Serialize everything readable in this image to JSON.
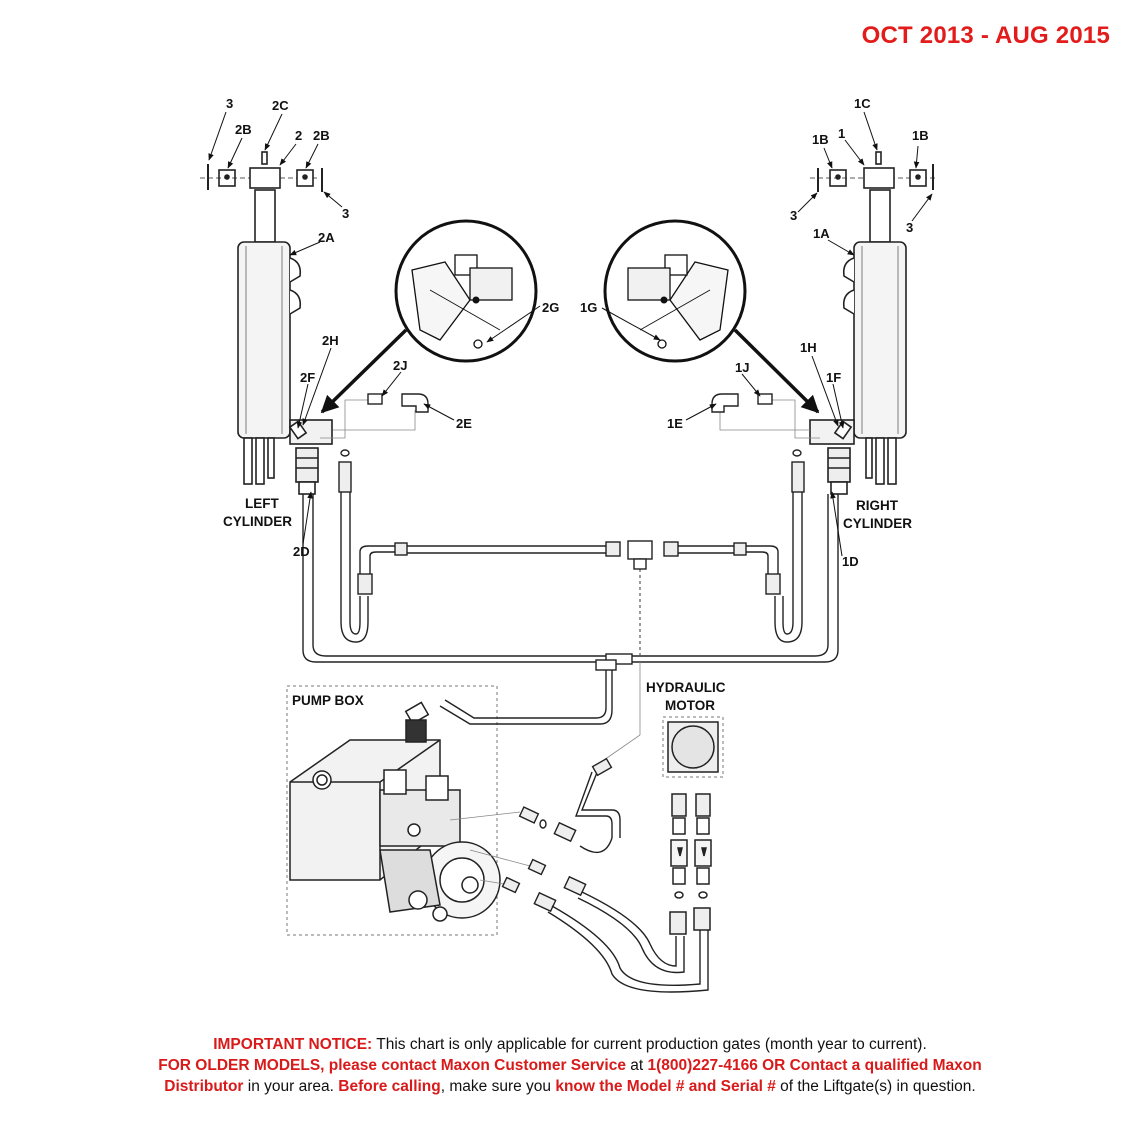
{
  "header": {
    "date_range": "OCT 2013 - AUG 2015"
  },
  "callouts": {
    "c3a": "3",
    "c2c": "2C",
    "c2b_l": "2B",
    "c2": "2",
    "c2b_r": "2B",
    "c3b": "3",
    "c2a": "2A",
    "c2g": "2G",
    "c2h": "2H",
    "c2j": "2J",
    "c2f": "2F",
    "c2e": "2E",
    "c2d": "2D",
    "c1c": "1C",
    "c1b_l": "1B",
    "c1": "1",
    "c1b_r": "1B",
    "c3c": "3",
    "c3d": "3",
    "c1a": "1A",
    "c1g": "1G",
    "c1h": "1H",
    "c1j": "1J",
    "c1f": "1F",
    "c1e": "1E",
    "c1d": "1D"
  },
  "labels": {
    "left_cyl_1": "LEFT",
    "left_cyl_2": "CYLINDER",
    "right_cyl_1": "RIGHT",
    "right_cyl_2": "CYLINDER",
    "pump_box": "PUMP BOX",
    "hyd_motor_1": "HYDRAULIC",
    "hyd_motor_2": "MOTOR"
  },
  "notice": {
    "line1_red": "IMPORTANT NOTICE:",
    "line1_rest": " This chart is only applicable for current production gates (month year to current).",
    "line2_red": "FOR OLDER MODELS, please contact Maxon Customer Service",
    "line2_mid": " at ",
    "line2_bold": "1(800)227-4166 OR Contact a qualified Maxon",
    "line3_bold1": "Distributor",
    "line3_t1": " in your area. ",
    "line3_bold2": "Before calling",
    "line3_t2": ", make sure you ",
    "line3_bold3": "know the Model # and Serial #",
    "line3_t3": " of the Liftgate(s) in question."
  }
}
